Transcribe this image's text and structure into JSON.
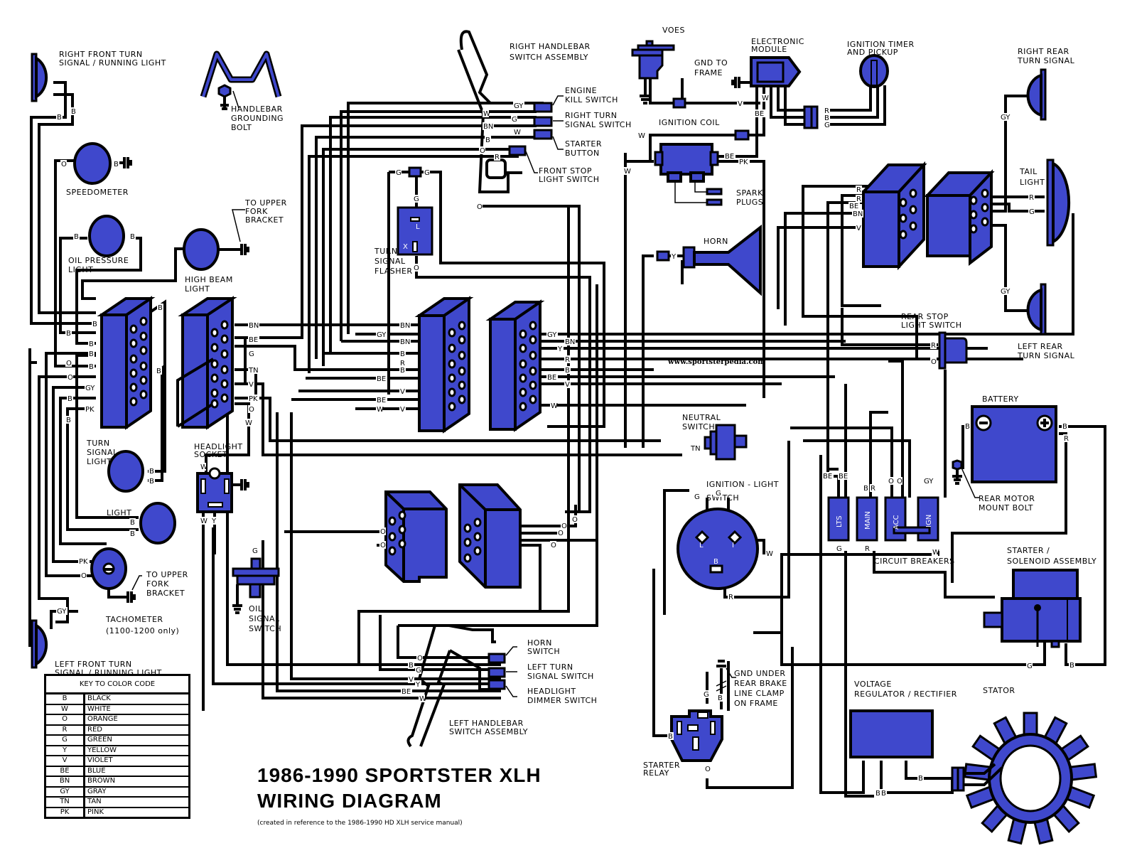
{
  "title": {
    "line1": "1986-1990 SPORTSTER XLH",
    "line2": "WIRING DIAGRAM",
    "subtitle": "(created in reference to the 1986-1990 HD XLH service manual)"
  },
  "website": "www.sportsterpedia.com",
  "colors": {
    "component": "#3f48cc",
    "wire": "#000000",
    "background": "#ffffff"
  },
  "color_key": {
    "title": "KEY TO COLOR CODE",
    "rows": [
      {
        "code": "B",
        "name": "BLACK"
      },
      {
        "code": "W",
        "name": "WHITE"
      },
      {
        "code": "O",
        "name": "ORANGE"
      },
      {
        "code": "R",
        "name": "RED"
      },
      {
        "code": "G",
        "name": "GREEN"
      },
      {
        "code": "Y",
        "name": "YELLOW"
      },
      {
        "code": "V",
        "name": "VIOLET"
      },
      {
        "code": "BE",
        "name": "BLUE"
      },
      {
        "code": "BN",
        "name": "BROWN"
      },
      {
        "code": "GY",
        "name": "GRAY"
      },
      {
        "code": "TN",
        "name": "TAN"
      },
      {
        "code": "PK",
        "name": "PINK"
      }
    ]
  },
  "components": {
    "right_front_turn": [
      "RIGHT FRONT TURN",
      "SIGNAL / RUNNING LIGHT"
    ],
    "left_front_turn": [
      "LEFT FRONT TURN",
      "SIGNAL / RUNNING LIGHT"
    ],
    "handlebar_ground": [
      "HANDLEBAR",
      "GROUNDING",
      "BOLT"
    ],
    "speedometer": "SPEEDOMETER",
    "oil_pressure": [
      "OIL PRESSURE",
      "LIGHT"
    ],
    "high_beam": [
      "HIGH BEAM",
      "LIGHT"
    ],
    "to_upper_fork_1": [
      "TO UPPER",
      "FORK",
      "BRACKET"
    ],
    "turn_signal_light": [
      "TURN",
      "SIGNAL",
      "LIGHT"
    ],
    "light": "LIGHT",
    "tachometer": [
      "TACHOMETER",
      "(1100-1200 only)"
    ],
    "to_upper_fork_2": [
      "TO UPPER",
      "FORK",
      "BRACKET"
    ],
    "headlight_socket": [
      "HEADLIGHT",
      "SOCKET"
    ],
    "oil_signal_switch": [
      "OIL",
      "SIGNAL",
      "SWITCH"
    ],
    "right_handlebar": [
      "RIGHT HANDLEBAR",
      "SWITCH ASSEMBLY"
    ],
    "engine_kill": [
      "ENGINE",
      "KILL SWITCH"
    ],
    "right_turn_switch": [
      "RIGHT TURN",
      "SIGNAL SWITCH"
    ],
    "starter_button": [
      "STARTER",
      "BUTTON"
    ],
    "front_stop": [
      "FRONT STOP",
      "LIGHT SWITCH"
    ],
    "turn_flasher": [
      "TURN",
      "SIGNAL",
      "FLASHER"
    ],
    "flasher_l": "L",
    "flasher_x": "X",
    "voes": "VOES",
    "gnd_frame": [
      "GND TO",
      "FRAME"
    ],
    "electronic_module": [
      "ELECTRONIC",
      "MODULE"
    ],
    "ignition_timer": [
      "IGNITION TIMER",
      "AND PICKUP"
    ],
    "ignition_coil": "IGNITION COIL",
    "spark_plugs": [
      "SPARK",
      "PLUGS"
    ],
    "horn": "HORN",
    "right_rear_turn": [
      "RIGHT REAR",
      "TURN SIGNAL"
    ],
    "tail_light": [
      "TAIL",
      "LIGHT"
    ],
    "left_rear_turn": [
      "LEFT REAR",
      "TURN SIGNAL"
    ],
    "rear_stop": [
      "REAR STOP",
      "LIGHT SWITCH"
    ],
    "neutral_switch": [
      "NEUTRAL",
      "SWITCH"
    ],
    "ignition_light_switch": [
      "IGNITION - LIGHT",
      "SWITCH"
    ],
    "ign_terminals": [
      "L",
      "I",
      "B"
    ],
    "battery": "BATTERY",
    "rear_motor_mount": [
      "REAR MOTOR",
      "MOUNT BOLT"
    ],
    "circuit_breakers": "CIRCUIT BREAKERS",
    "breakers": [
      "LTS",
      "MAIN",
      "ACC",
      "IGN"
    ],
    "starter_solenoid": [
      "STARTER /",
      "SOLENOID ASSEMBLY"
    ],
    "gnd_brake": [
      "GND UNDER",
      "REAR BRAKE",
      "LINE CLAMP",
      "ON FRAME"
    ],
    "starter_relay": [
      "STARTER",
      "RELAY"
    ],
    "voltage_regulator": [
      "VOLTAGE",
      "REGULATOR / RECTIFIER"
    ],
    "stator": "STATOR",
    "horn_switch": [
      "HORN",
      "SWITCH"
    ],
    "left_turn_switch": [
      "LEFT TURN",
      "SIGNAL SWITCH"
    ],
    "dimmer_switch": [
      "HEADLIGHT",
      "DIMMER SWITCH"
    ],
    "left_handlebar": [
      "LEFT HANDLEBAR",
      "SWITCH ASSEMBLY"
    ]
  },
  "wire_labels": {
    "rfts_b1": "B",
    "rfts_b2": "B",
    "speedo_o": "O",
    "speedo_b": "B",
    "oil_b1": "B",
    "oil_b2": "B",
    "lc1": [
      "B",
      "B",
      "B",
      "B",
      "O",
      "B",
      "O",
      "GY",
      "B",
      "PK",
      "B"
    ],
    "lc1_right": [
      "B",
      "B"
    ],
    "lc2": [
      "BN",
      "BE",
      "G",
      "TN",
      "V",
      "PK",
      "O"
    ],
    "lc2_w": "W",
    "tsl_b": [
      "B",
      "B"
    ],
    "light_b": [
      "B",
      "B"
    ],
    "tach": [
      "PK",
      "O"
    ],
    "lfts_gy": "GY",
    "hs_w_top": "W",
    "hs_w_bot": "W",
    "hs_y": "Y",
    "oil_sw_g": "G",
    "rh": [
      "GY",
      "W",
      "G",
      "BN",
      "W",
      "B",
      "O",
      "R"
    ],
    "flasher": [
      "G",
      "G",
      "G",
      "O"
    ],
    "o_mid": "O",
    "cc": [
      "BN",
      "GY",
      "BN",
      "B",
      "R",
      "B",
      "BE",
      "V",
      "BE",
      "V",
      "W"
    ],
    "cr": [
      "GY",
      "BN",
      "Y",
      "R",
      "B",
      "BE",
      "V",
      "W"
    ],
    "voes_v": "V",
    "em": [
      "W",
      "BE"
    ],
    "timer": [
      "R",
      "B",
      "G"
    ],
    "coil": [
      "W",
      "BE",
      "PK",
      "W"
    ],
    "horn_y": "Y",
    "rear_conn": [
      "R",
      "R",
      "BE",
      "BN",
      "V"
    ],
    "tail": [
      "R",
      "G"
    ],
    "rear_gy": [
      "GY",
      "GY"
    ],
    "rear_stop": [
      "R",
      "O"
    ],
    "neutral_tn": "TN",
    "ign_sw": [
      "G",
      "G",
      "W",
      "R"
    ],
    "cb_top": [
      "BE",
      "BE",
      "B",
      "R",
      "O",
      "O",
      "GY"
    ],
    "cb_bot": [
      "G",
      "R",
      "W"
    ],
    "battery": [
      "B",
      "B",
      "R"
    ],
    "small_conns": [
      "O",
      "O",
      "O",
      "O",
      "O",
      "O"
    ],
    "relay": [
      "G",
      "B",
      "B",
      "O"
    ],
    "starter": [
      "G",
      "B"
    ],
    "vr": [
      "B",
      "B",
      "B"
    ],
    "lh": [
      "O",
      "B",
      "G",
      "V",
      "Y",
      "BE",
      "W"
    ]
  }
}
